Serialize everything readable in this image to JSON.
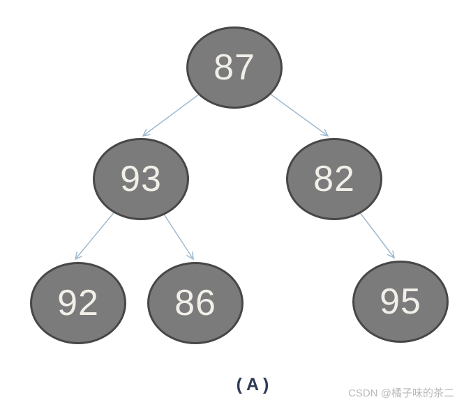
{
  "figure": {
    "caption": "(A)",
    "watermark": "CSDN @橘子味的茶二",
    "tree": {
      "type": "binary-tree",
      "nodes": [
        {
          "id": "n87",
          "value": "87",
          "parent": null,
          "side": "root"
        },
        {
          "id": "n93",
          "value": "93",
          "parent": "n87",
          "side": "left"
        },
        {
          "id": "n82",
          "value": "82",
          "parent": "n87",
          "side": "right"
        },
        {
          "id": "n92",
          "value": "92",
          "parent": "n93",
          "side": "left"
        },
        {
          "id": "n86",
          "value": "86",
          "parent": "n93",
          "side": "right"
        },
        {
          "id": "n95",
          "value": "95",
          "parent": "n82",
          "side": "right"
        }
      ],
      "edges": [
        {
          "from": "87",
          "to": "93"
        },
        {
          "from": "87",
          "to": "82"
        },
        {
          "from": "93",
          "to": "92"
        },
        {
          "from": "93",
          "to": "86"
        },
        {
          "from": "82",
          "to": "95"
        }
      ]
    },
    "colors": {
      "node_fill": "#7b7b7b",
      "node_border": "#474747",
      "node_text": "#f2efe9",
      "arrow": "#9fbacf",
      "caption_text": "#2e3b55",
      "watermark_text": "#b9b9b9",
      "background": "#ffffff"
    }
  }
}
